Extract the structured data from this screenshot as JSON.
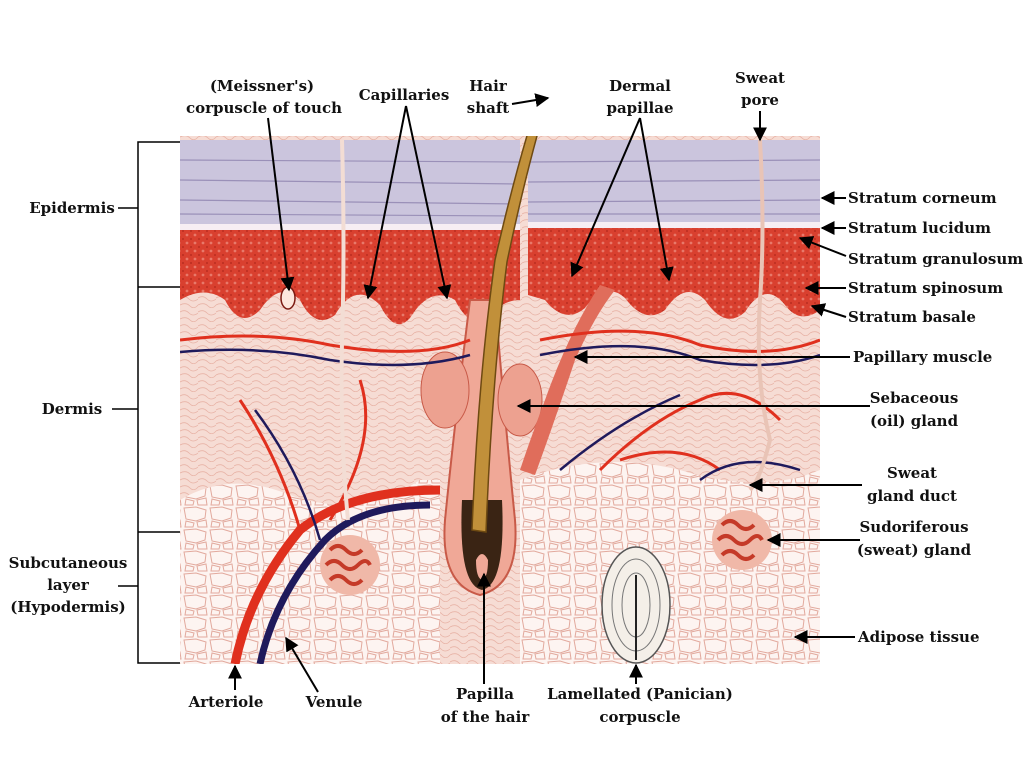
{
  "figure": {
    "regions": {
      "epidermis": "Epidermis",
      "dermis": "Dermis",
      "subcutaneous": [
        "Subcutaneous",
        "layer",
        "(Hypodermis)"
      ]
    },
    "top_labels": {
      "meissner": [
        "(Meissner's)",
        "corpuscle of touch"
      ],
      "capillaries": "Capillaries",
      "hair_shaft": [
        "Hair",
        "shaft"
      ],
      "dermal_papillae": [
        "Dermal",
        "papillae"
      ],
      "sweat_pore": [
        "Sweat",
        "pore"
      ]
    },
    "right_labels": {
      "stratum_corneum": "Stratum corneum",
      "stratum_lucidum": "Stratum lucidum",
      "stratum_granulosum": "Stratum granulosum",
      "stratum_spinosum": "Stratum spinosum",
      "stratum_basale": "Stratum basale",
      "papillary_muscle": "Papillary muscle",
      "sebaceous": [
        "Sebaceous",
        "(oil) gland"
      ],
      "sweat_duct": [
        "Sweat",
        "gland duct"
      ],
      "sudoriferous": [
        "Sudoriferous",
        "(sweat) gland"
      ],
      "adipose": "Adipose tissue"
    },
    "bottom_labels": {
      "arteriole": "Arteriole",
      "venule": "Venule",
      "papilla_hair": [
        "Papilla",
        "of the hair"
      ],
      "lamellated": [
        "Lamellated (Panician)",
        "corpuscle"
      ]
    },
    "colors": {
      "stratum_corneum": "#c9c4dc",
      "epidermis_red": "#d9402f",
      "dermis": "#f6d8d0",
      "arteriole": "#e0301e",
      "venule": "#1f1a5c",
      "hair": "#b8862f",
      "adipose": "#fbeee9"
    }
  }
}
